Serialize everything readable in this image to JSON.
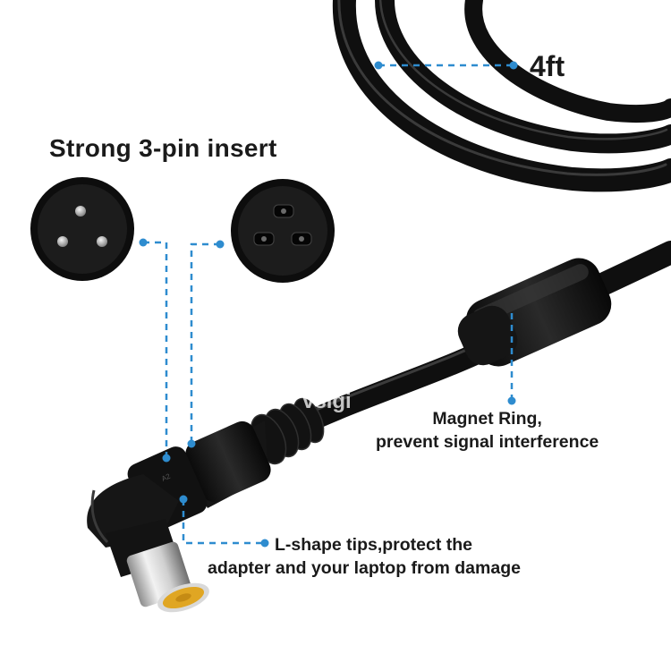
{
  "labels": {
    "title": "Strong 3-pin insert",
    "length": "4ft",
    "magnet_line1": "Magnet Ring,",
    "magnet_line2": "prevent signal interference",
    "lshape_line1": "L-shape tips,protect the",
    "lshape_line2": "adapter and your laptop from damage"
  },
  "watermark": "vsigi",
  "colors": {
    "cable": "#0f0f0f",
    "callout": "#2e8ccf",
    "tip_gold": "#e0a623",
    "text": "#1a1a1a"
  }
}
